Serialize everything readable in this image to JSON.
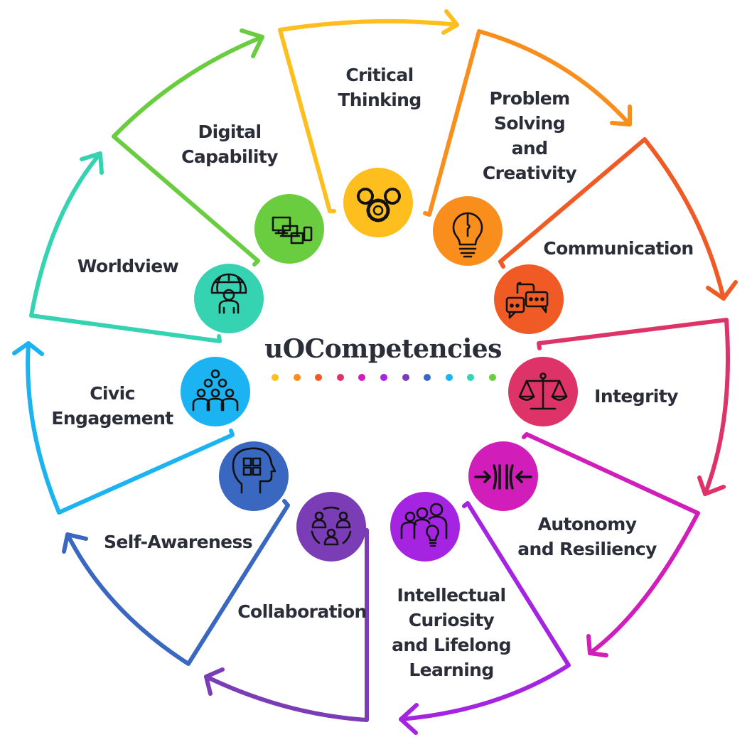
{
  "title": "uOCompetencies",
  "dot_colors": [
    "#FDBE1E",
    "#F98E1D",
    "#F05A24",
    "#DE3369",
    "#D11DB9",
    "#A524E2",
    "#7A3DB5",
    "#3A68C1",
    "#1BB3F2",
    "#35D3B1",
    "#6ACD3F"
  ],
  "competencies": [
    {
      "name": "Critical Thinking",
      "lines": [
        "Critical",
        "Thinking"
      ],
      "icon": "gears-icon",
      "color": "#FDBE1E"
    },
    {
      "name": "Problem Solving and Creativity",
      "lines": [
        "Problem",
        "Solving",
        "and",
        "Creativity"
      ],
      "icon": "puzzle-lightbulb-icon",
      "color": "#F98E1D"
    },
    {
      "name": "Communication",
      "lines": [
        "Communication"
      ],
      "icon": "chat-bubbles-icon",
      "color": "#F05A24"
    },
    {
      "name": "Integrity",
      "lines": [
        "Integrity"
      ],
      "icon": "scales-icon",
      "color": "#DE3369"
    },
    {
      "name": "Autonomy and Resiliency",
      "lines": [
        "Autonomy",
        "and Resiliency"
      ],
      "icon": "compress-arrows-icon",
      "color": "#D11DB9"
    },
    {
      "name": "Intellectual Curiosity and Lifelong Learning",
      "lines": [
        "Intellectual",
        "Curiosity",
        "and Lifelong",
        "Learning"
      ],
      "icon": "people-lightbulb-icon",
      "color": "#A524E2"
    },
    {
      "name": "Collaboration",
      "lines": [
        "Collaboration"
      ],
      "icon": "people-circle-icon",
      "color": "#7A3DB5"
    },
    {
      "name": "Self-Awareness",
      "lines": [
        "Self-Awareness"
      ],
      "icon": "head-puzzle-icon",
      "color": "#3A68C1"
    },
    {
      "name": "Civic Engagement",
      "lines": [
        "Civic",
        "Engagement"
      ],
      "icon": "crowd-icon",
      "color": "#1BB3F2"
    },
    {
      "name": "Worldview",
      "lines": [
        "Worldview"
      ],
      "icon": "globe-person-icon",
      "color": "#35D3B1"
    },
    {
      "name": "Digital Capability",
      "lines": [
        "Digital",
        "Capability"
      ],
      "icon": "devices-icon",
      "color": "#6ACD3F"
    }
  ]
}
